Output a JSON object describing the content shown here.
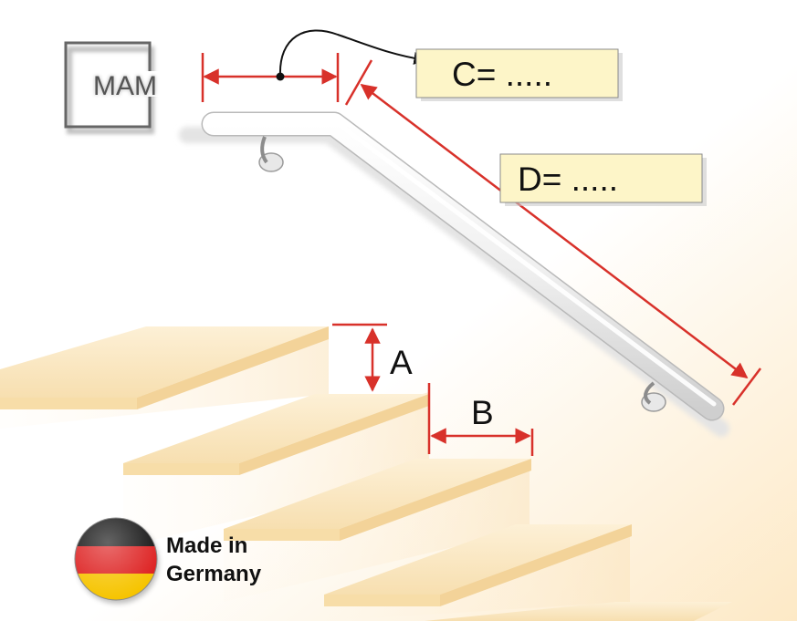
{
  "logo": {
    "text": "MAM"
  },
  "labels": {
    "c": "C= .....",
    "d": "D= .....",
    "a": "A",
    "b": "B"
  },
  "badge": {
    "line1": "Made in",
    "line2": "Germany",
    "flag_colors": [
      "#111111",
      "#dd1f1f",
      "#f6c400"
    ]
  },
  "colors": {
    "dimension": "#d8312a",
    "label_fill": "#fdf5c8",
    "step_fill": "#fbe9c4",
    "rail_fill": "#f5f5f5"
  }
}
